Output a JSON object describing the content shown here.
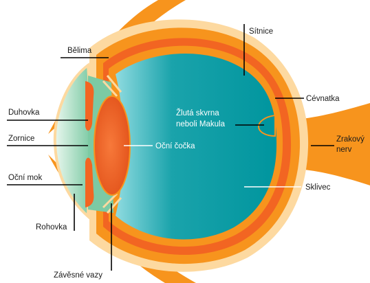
{
  "colors": {
    "sclera_outer": "#f7941d",
    "sclera_light": "#fdd9a0",
    "choroid": "#f26522",
    "vitreous": "#00959e",
    "vitreous_light": "#7fd3d9",
    "aqueous": "#7ccaa4",
    "cornea": "#a8dbbf",
    "lens": "#f26522"
  },
  "labels": {
    "belima": "Bělima",
    "sitnice": "Sítnice",
    "cevnatka": "Cévnatka",
    "duhovka": "Duhovka",
    "zornice": "Zornice",
    "ocni_mok": "Oční mok",
    "rohovka": "Rohovka",
    "zavesne_vazy": "Závěsné vazy",
    "ocni_cocka": "Oční čočka",
    "makula_line1": "Žlutá skvrna",
    "makula_line2": "neboli Makula",
    "zrakovy_line1": "Zrakový",
    "zrakovy_line2": "nerv",
    "sklivec": "Sklivec"
  }
}
